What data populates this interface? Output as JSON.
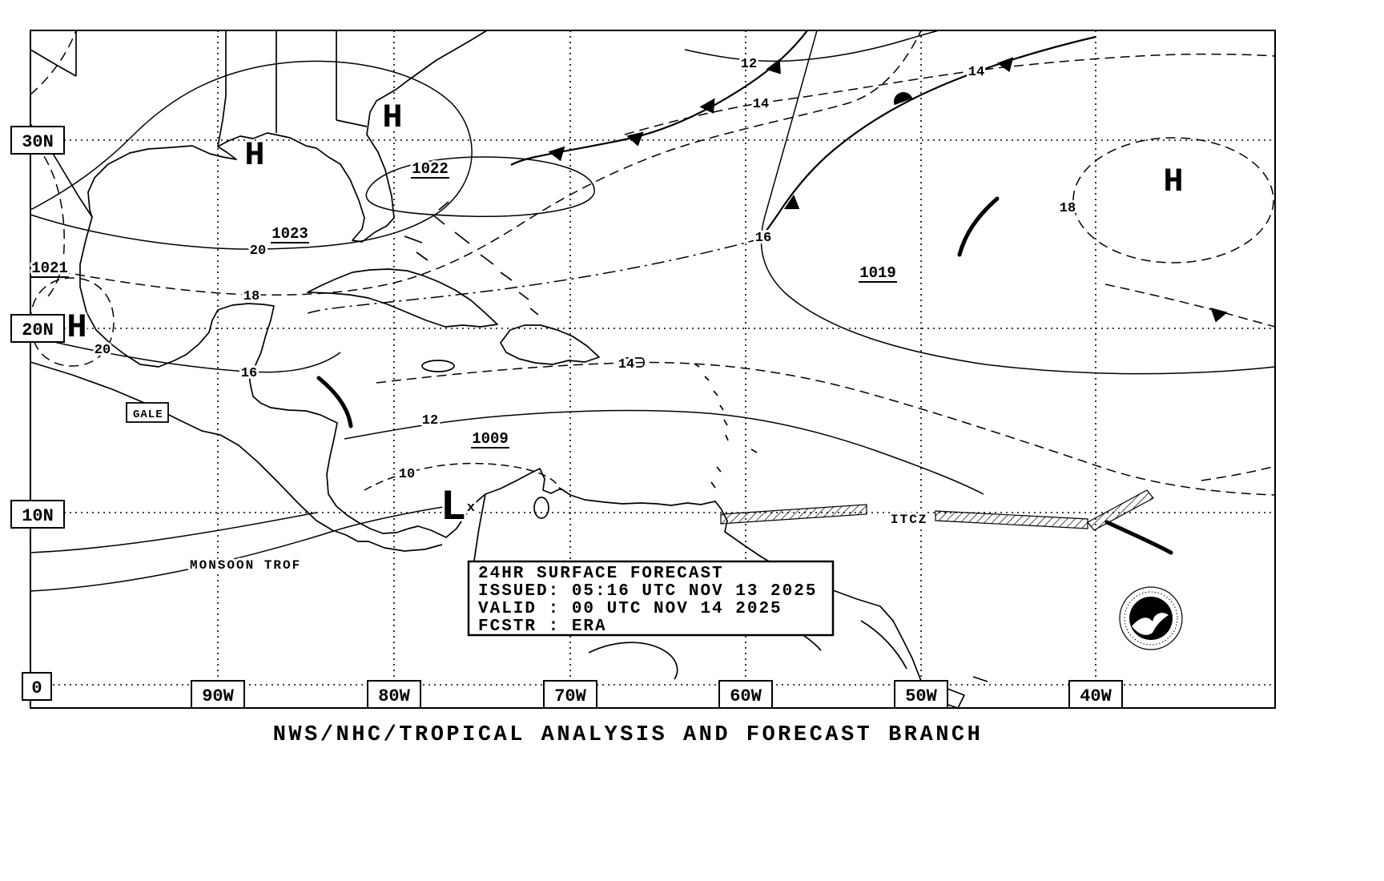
{
  "map": {
    "grid": {
      "lat_labels": [
        "30N",
        "20N",
        "10N",
        "0"
      ],
      "lon_labels": [
        "90W",
        "80W",
        "70W",
        "60W",
        "50W",
        "40W"
      ]
    },
    "symbols": {
      "high": "H",
      "low": "L",
      "low_center_mark": "x"
    },
    "pressure_values": [
      "1022",
      "1023",
      "1021",
      "1019",
      "1009"
    ],
    "isobar_labels": [
      "12",
      "14",
      "14",
      "16",
      "18",
      "20",
      "18",
      "20",
      "16",
      "14",
      "12",
      "10"
    ],
    "annotations": {
      "gale": "GALE",
      "monsoon_trough": "MONSOON TROF",
      "itcz": "ITCZ"
    }
  },
  "forecast_box": {
    "title": "24HR SURFACE FORECAST",
    "issued": "ISSUED: 05:16 UTC NOV 13 2025",
    "valid": "VALID : 00 UTC NOV 14 2025",
    "forecaster": "FCSTR : ERA"
  },
  "footer": {
    "branch_title": "NWS/NHC/TROPICAL ANALYSIS AND FORECAST BRANCH"
  },
  "logo": {
    "agency": "NOAA"
  }
}
